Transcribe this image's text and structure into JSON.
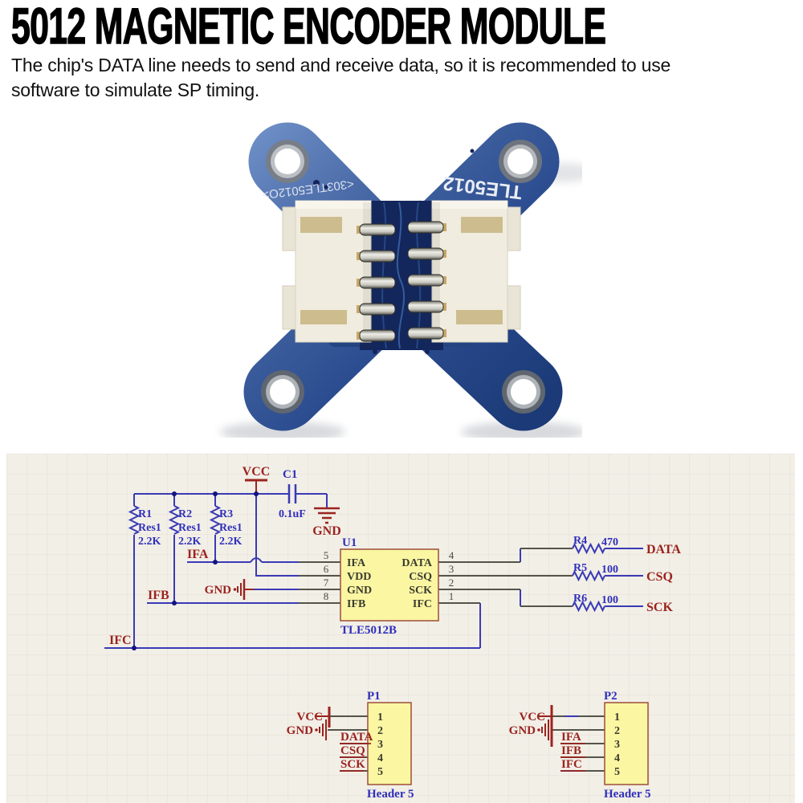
{
  "title": "5012 MAGNETIC ENCODER MODULE",
  "description": [
    "The chip's DATA line needs to send and receive data, so it is recommended to use",
    "software to simulate SP timing."
  ],
  "photo": {
    "board_color": "#2b4c8f",
    "silkscreen_left": "<303TLE5012O>",
    "silkscreen_right": "TLE5012"
  },
  "schematic": {
    "background": "#f2efe7",
    "wire_color": "#3a3ab5",
    "pin_stub_color": "#54544a",
    "net_label_color": "#9b231e",
    "designator_color": "#2f2fbb",
    "ic_fill": "#fbf6a2",
    "ic_border": "#9c4f3a",
    "power": {
      "vcc": "VCC",
      "gnd": "GND"
    },
    "capacitor": {
      "ref": "C1",
      "value": "0.1uF"
    },
    "pullups": [
      {
        "ref": "R1",
        "part": "Res1",
        "value": "2.2K"
      },
      {
        "ref": "R2",
        "part": "Res1",
        "value": "2.2K"
      },
      {
        "ref": "R3",
        "part": "Res1",
        "value": "2.2K"
      }
    ],
    "net_labels": {
      "ifa": "IFA",
      "ifb": "IFB",
      "ifc": "IFC"
    },
    "ic": {
      "ref": "U1",
      "part": "TLE5012B",
      "left_pins": [
        {
          "num": "5",
          "name": "IFA"
        },
        {
          "num": "6",
          "name": "VDD"
        },
        {
          "num": "7",
          "name": "GND"
        },
        {
          "num": "8",
          "name": "IFB"
        }
      ],
      "right_pins": [
        {
          "num": "4",
          "name": "DATA"
        },
        {
          "num": "3",
          "name": "CSQ"
        },
        {
          "num": "2",
          "name": "SCK"
        },
        {
          "num": "1",
          "name": "IFC"
        }
      ]
    },
    "series": [
      {
        "ref": "R4",
        "value": "470",
        "net": "DATA"
      },
      {
        "ref": "R5",
        "value": "100",
        "net": "CSQ"
      },
      {
        "ref": "R6",
        "value": "100",
        "net": "SCK"
      }
    ],
    "headers": [
      {
        "ref": "P1",
        "part": "Header 5",
        "pin_numbers": [
          "1",
          "2",
          "3",
          "4",
          "5"
        ],
        "labels": [
          "VCC",
          "GND",
          "DATA",
          "CSQ",
          "SCK"
        ]
      },
      {
        "ref": "P2",
        "part": "Header 5",
        "pin_numbers": [
          "1",
          "2",
          "3",
          "4",
          "5"
        ],
        "labels": [
          "VCC",
          "GND",
          "IFA",
          "IFB",
          "IFC"
        ]
      }
    ]
  }
}
